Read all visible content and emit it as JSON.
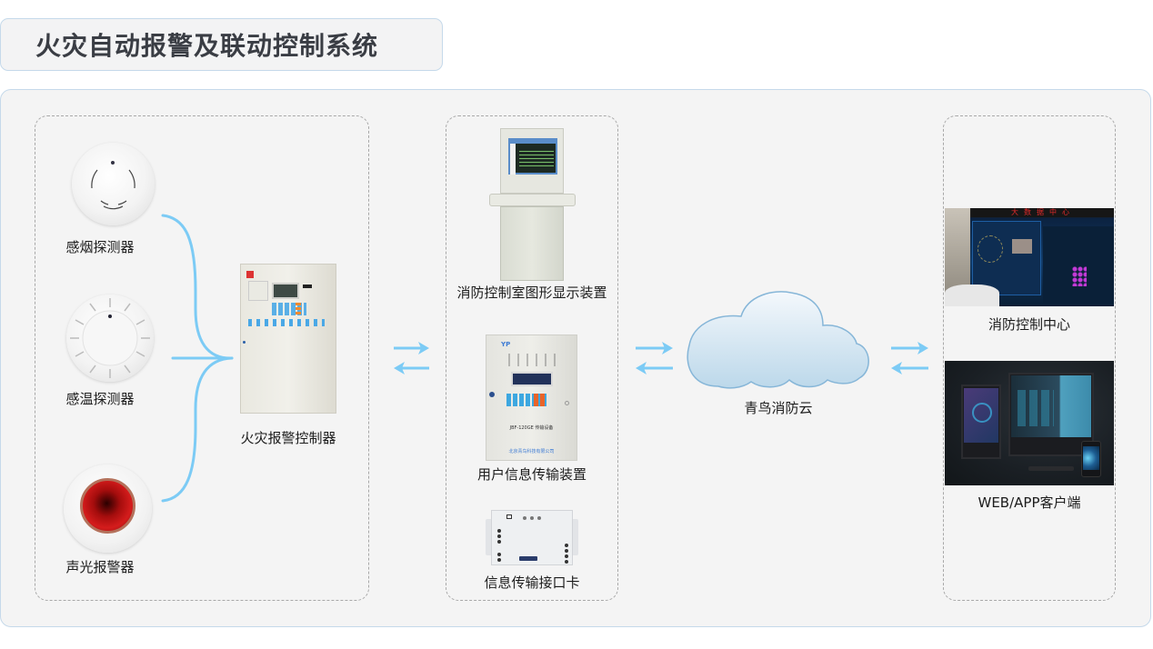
{
  "title": "火灾自动报警及联动控制系统",
  "left_group": {
    "devices": [
      {
        "label": "感烟探测器",
        "icon": "smoke-detector"
      },
      {
        "label": "感温探测器",
        "icon": "heat-detector"
      },
      {
        "label": "声光报警器",
        "icon": "audible-visual-alarm"
      }
    ],
    "controller": {
      "label": "火灾报警控制器",
      "icon": "fire-alarm-controller"
    }
  },
  "middle_group": {
    "devices": [
      {
        "label": "消防控制室图形显示装置",
        "icon": "graphic-display-console"
      },
      {
        "label": "用户信息传输装置",
        "icon": "user-info-transmission-unit",
        "model_text": "JBF-120GE 传输设备",
        "footer_text": "北京青鸟科技有限公司"
      },
      {
        "label": "信息传输接口卡",
        "icon": "interface-card"
      }
    ]
  },
  "cloud": {
    "label": "青鸟消防云",
    "icon": "cloud"
  },
  "right_group": {
    "items": [
      {
        "label": "消防控制中心",
        "icon": "control-center-photo",
        "banner_text": "大数据中心"
      },
      {
        "label": "WEB/APP客户端",
        "icon": "web-app-client-photo"
      }
    ]
  },
  "colors": {
    "connector": "#7ccbf5",
    "title_text": "#3a3d44",
    "panel_bg": "#f4f4f4",
    "panel_border": "#c5d9ea",
    "dashed_border": "#a8a8a8",
    "cloud_fill": "#d6e8f4",
    "cloud_stroke": "#86b6d8"
  }
}
